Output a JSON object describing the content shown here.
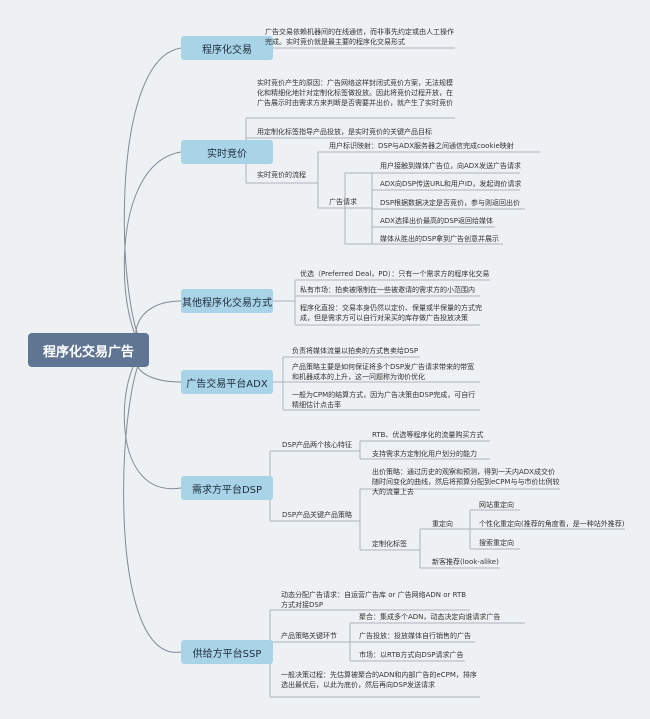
{
  "root": "程序化交易广告",
  "branches": {
    "b1": "程序化交易",
    "b2": "实时竞价",
    "b3": "其他程序化交易方式",
    "b4": "广告交易平台ADX",
    "b5": "需求方平台DSP",
    "b6": "供给方平台SSP"
  },
  "nodes": {
    "b1_desc": "广告交易依赖机器间的在线通信，而非事先约定或由人工操作完成。实时竞价就是最主要的程序化交易形式",
    "b2_reason": "实时竞价产生的原因：广告网络这样封闭式竞价方案，无法规模化和精细化地针对定制化标签做投放。因此将竞价过程开放，在广告展示时由需求方来判断是否需要并出价，就产生了实时竞价",
    "b2_key": "用定制化标签指导产品投放，是实时竞价的关键产品目标",
    "b2_flow": "实时竞价的流程",
    "b2_user": "用户标识映射：DSP与ADX服务器之间通信完成cookie映射",
    "b2_req": "广告请求",
    "b2_s1": "用户接触到媒体广告位，向ADX发送广告请求",
    "b2_s2": "ADX向DSP传送URL和用户ID，发起询价请求",
    "b2_s3": "DSP根据数据决定是否竞价，参与则返回出价",
    "b2_s4": "ADX选择出价最高的DSP返回给媒体",
    "b2_s5": "媒体从胜出的DSP拿到广告创意并展示",
    "b3_1": "优选（Preferred Deal，PD）：只有一个需求方的程序化交易",
    "b3_2": "私有市场：拍卖被限制在一些被邀请的需求方的小范围内",
    "b3_3": "程序化直投：交易本身仍然以定价、保量或半保量的方式完成，但是需求方可以自行对采买的库存做广告投放决策",
    "b4_1": "负责将媒体流量以拍卖的方式售卖给DSP",
    "b4_2": "产品策略主要是如何保证将多个DSP发广告请求带来的带宽和机器成本的上升，这一问题称为询价优化",
    "b4_3": "一般为CPM的结算方式，因为广告决策由DSP完成，可自行精细估计点击率",
    "b5_core": "DSP产品两个核心特征",
    "b5_core1": "RTB、优选等程序化的流量购买方式",
    "b5_core2": "支持需求方定制化用户划分的能力",
    "b5_strat": "DSP产品关键产品策略",
    "b5_bid": "出价策略：通过历史的观察和预测，得到一天内ADX成交价随时间变化的曲线，然后将预算分配到eCPM与与市价比例较大的流量上去",
    "b5_custom": "定制化标签",
    "b5_retarget": "重定向",
    "b5_rt1": "网站重定向",
    "b5_rt2": "个性化重定向(推荐的角度看，是一种站外推荐)",
    "b5_rt3": "搜索重定向",
    "b5_lookalike": "新客推荐(look-alike)",
    "b6_dyn": "动态分配广告请求：自运营广告库 or 广告网络ADN or RTB方式对接DSP",
    "b6_key": "产品策略关键环节",
    "b6_k1": "聚合：集成多个ADN，动态决定向谁请求广告",
    "b6_k2": "广告投放：投放媒体自行销售的广告",
    "b6_k3": "市场：以RTB方式向DSP请求广告",
    "b6_general": "一般决策过程：先估算被聚合的ADN和内部广告的eCPM，排序选出最优后，以此为底价，然后再向DSP发送请求"
  }
}
